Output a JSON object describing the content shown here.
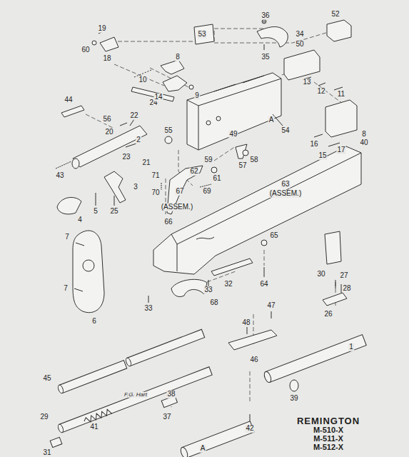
{
  "diagram": {
    "title": "REMINGTON",
    "labels": [
      "36",
      "19",
      "53",
      "34",
      "52",
      "60",
      "18",
      "35",
      "8",
      "10",
      "50",
      "13",
      "12",
      "11",
      "24",
      "14",
      "9",
      "44",
      "A",
      "54",
      "56",
      "22",
      "20",
      "2",
      "55",
      "49",
      "57",
      "8",
      "40",
      "16",
      "17",
      "15",
      "43",
      "23",
      "21",
      "71",
      "59",
      "58",
      "62",
      "61",
      "70",
      "69",
      "67",
      "(ASSEM.)",
      "63",
      "(ASSEM.)",
      "3",
      "4",
      "5",
      "25",
      "66",
      "65",
      "7",
      "64",
      "30",
      "32",
      "27",
      "28",
      "7",
      "33",
      "68",
      "33",
      "47",
      "6",
      "26",
      "48",
      "46",
      "1",
      "45",
      "F.G. Hart",
      "38",
      "39",
      "29",
      "42",
      "37",
      "41",
      "31",
      "A",
      "M-510-X",
      "M-511-X",
      "M-512-X"
    ]
  }
}
